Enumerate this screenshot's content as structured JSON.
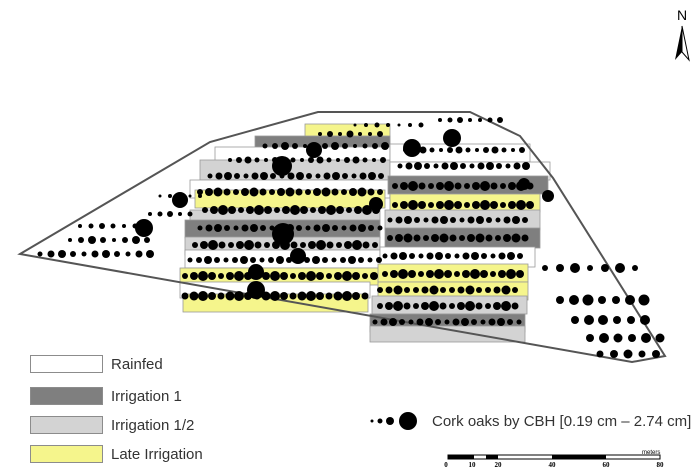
{
  "legend": {
    "items": [
      {
        "label": "Rainfed",
        "color": "#ffffff"
      },
      {
        "label": "Irrigation 1",
        "color": "#7f7f7f"
      },
      {
        "label": "Irrigation 1/2",
        "color": "#d3d3d3"
      },
      {
        "label": "Late Irrigation",
        "color": "#f5f58c"
      }
    ],
    "tree_label": "Cork oaks by CBH [0.19 cm – 2.74 cm]"
  },
  "north_arrow": {
    "label": "N",
    "icon": "north-arrow-icon"
  },
  "scale_bar": {
    "ticks": [
      "0",
      "10",
      "20",
      "40",
      "60",
      "80"
    ],
    "unit": "meters"
  },
  "colors": {
    "outline": "#555555",
    "tree": "#000000"
  }
}
